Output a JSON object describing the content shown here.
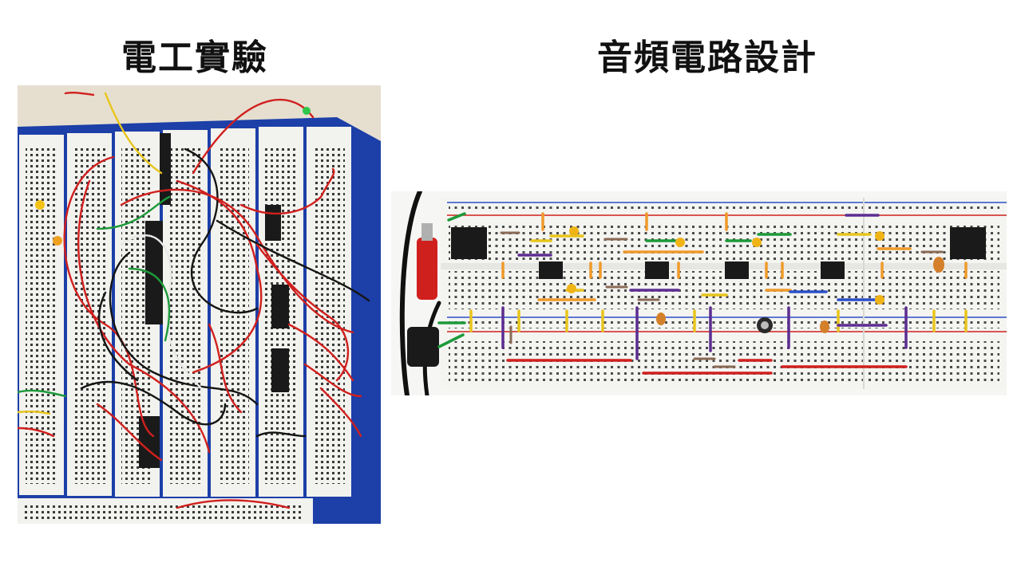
{
  "slide": {
    "left_title": "電工實驗",
    "right_title": "音頻電路設計"
  },
  "photos": {
    "left": {
      "subject": "messy-breadboard-photo"
    },
    "right": {
      "subject": "tidy-breadboard-photo"
    }
  },
  "colors": {
    "background": "#ffffff",
    "board_frame_blue": "#1c3fa8",
    "breadboard_white": "#f2f2ee",
    "wire_red": "#d0201e",
    "wire_black": "#151515",
    "wire_white": "#e8e8e8",
    "wire_green": "#1d9a3a",
    "wire_yellow": "#e8c51c",
    "wire_orange": "#f09a2a",
    "wire_purple": "#5c2d91",
    "rail_blue": "#2b4fc7"
  }
}
